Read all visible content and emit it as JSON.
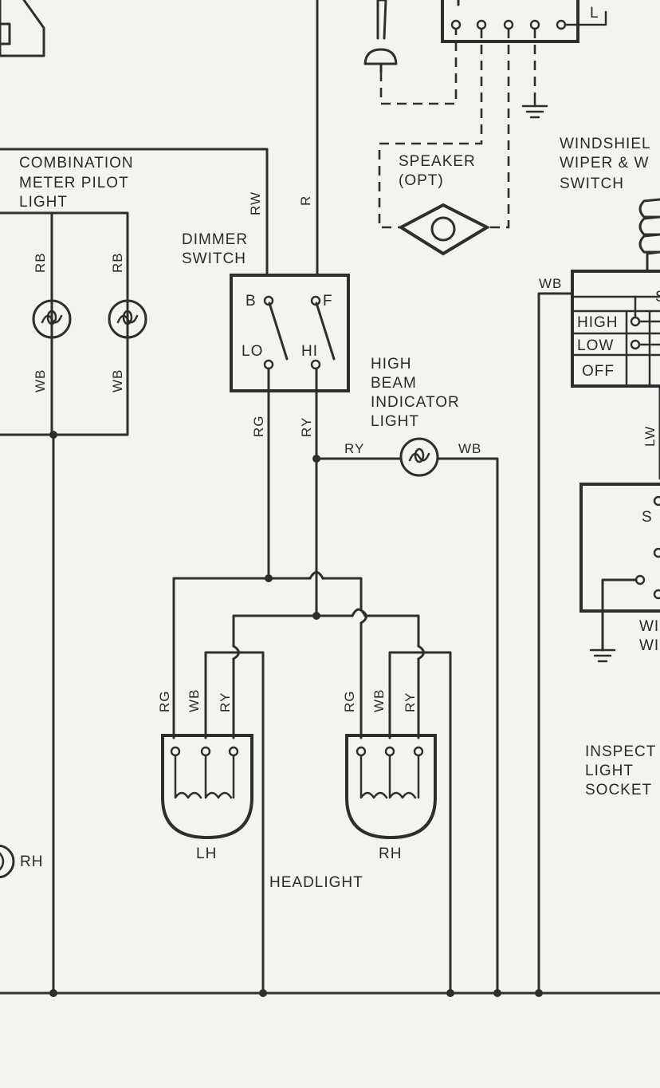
{
  "labels": {
    "combo_line1": "COMBINATION",
    "combo_line2": "METER PILOT",
    "combo_line3": "LIGHT",
    "dimmer_line1": "DIMMER",
    "dimmer_line2": "SWITCH",
    "speaker_line1": "SPEAKER",
    "speaker_line2": "(OPT)",
    "wiper_line1": "WINDSHIEL",
    "wiper_line2": "WIPER & W",
    "wiper_line3": "SWITCH",
    "hb_line1": "HIGH",
    "hb_line2": "BEAM",
    "hb_line3": "INDICATOR",
    "hb_line4": "LIGHT",
    "inspect_line1": "INSPECT",
    "inspect_line2": "LIGHT",
    "inspect_line3": "SOCKET",
    "headlight": "HEADLIGHT",
    "lh": "LH",
    "rh": "RH",
    "rh_left": "RH",
    "wi1": "WI",
    "wi2": "WI"
  },
  "switch_terminals": {
    "b": "B",
    "f": "F",
    "lo": "LO",
    "hi": "HI"
  },
  "wiper_positions": {
    "high": "HIGH",
    "low": "LOW",
    "off": "OFF"
  },
  "wiper_terminal": "S",
  "wiper_edge_letter": "L",
  "wires": {
    "rw": "RW",
    "r": "R",
    "rb_left": "RB",
    "rb_right": "RB",
    "wb_left": "WB",
    "wb_right": "WB",
    "rg": "RG",
    "ry": "RY",
    "ry_horiz": "RY",
    "wb_horiz": "WB",
    "wb_wiper": "WB",
    "lw": "LW",
    "lh_rg": "RG",
    "lh_wb": "WB",
    "lh_ry": "RY",
    "rh_rg": "RG",
    "rh_wb": "WB",
    "rh_ry": "RY"
  }
}
